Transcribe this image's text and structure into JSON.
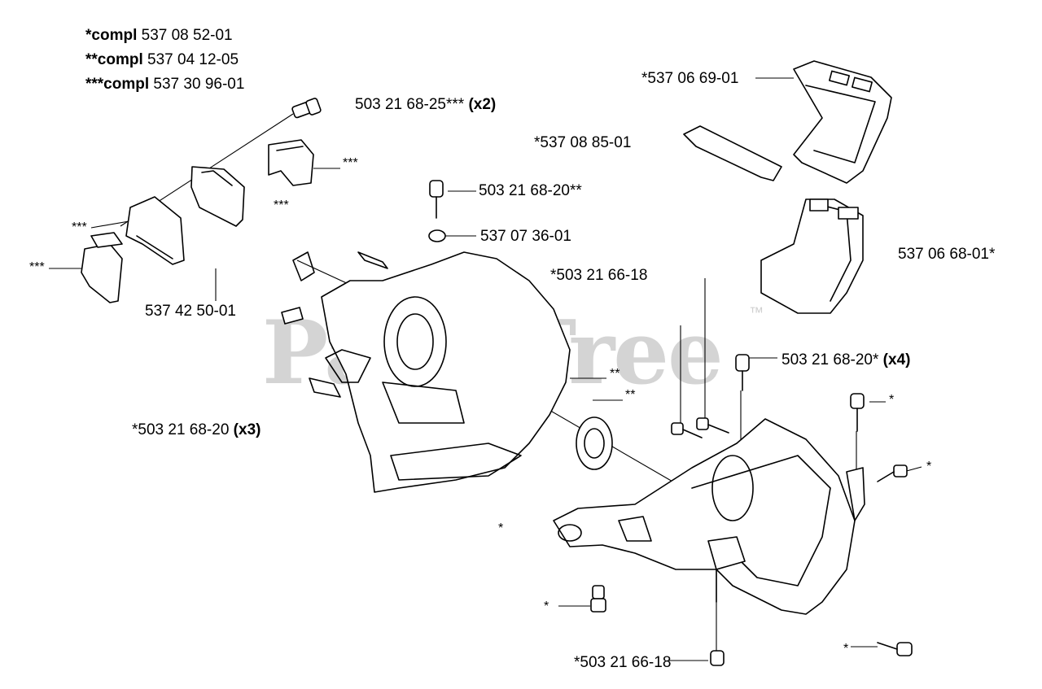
{
  "legend": [
    {
      "mark": "*compl",
      "number": "537 08 52-01"
    },
    {
      "mark": "**compl",
      "number": "537 04 12-05"
    },
    {
      "mark": "***compl",
      "number": "537 30 96-01"
    }
  ],
  "watermark": {
    "text": "PartsTree",
    "tm": "™"
  },
  "labels": {
    "l1_text": "503 21 68-25***",
    "l1_qty": "(x2)",
    "l2": "*537 06 69-01",
    "l3": "*537 08 85-01",
    "l4": "503 21 68-20**",
    "l5": "537 07 36-01",
    "l6": "537 06 68-01*",
    "l7": "*503 21 66-18",
    "l8": "537 42 50-01",
    "l9_text": "503 21 68-20*",
    "l9_qty": "(x4)",
    "l10_text": "*503 21 68-20",
    "l10_qty": "(x3)",
    "l11": "*503 21 66-18"
  },
  "stars": {
    "s_triple_a": "***",
    "s_triple_b": "***",
    "s_triple_c": "***",
    "s_triple_d": "***",
    "s_double_a": "**",
    "s_double_b": "**",
    "s_single_a": "*",
    "s_single_b": "*",
    "s_single_c": "*",
    "s_single_d": "*",
    "s_single_e": "*"
  }
}
